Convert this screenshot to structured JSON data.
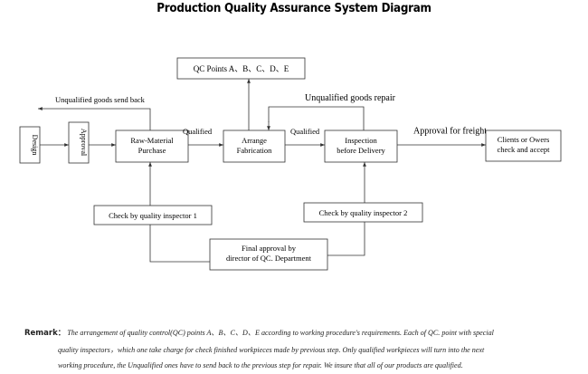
{
  "title": "Production Quality Assurance System Diagram",
  "nodes": {
    "qc_points": "QC Points A、B、C、D、E",
    "design": "Design",
    "approval": "Approval",
    "raw_material": [
      "Raw-Material",
      "Purchase"
    ],
    "arrange_fabrication": [
      "Arrange",
      "Fabrication"
    ],
    "inspection": [
      "Inspection",
      "before Delivery"
    ],
    "clients": [
      "Clients or Owers",
      "check and accept"
    ],
    "inspector_1": "Check by quality inspector 1",
    "inspector_2": "Check by quality inspector 2",
    "final_approval": [
      "Final approval by",
      "director of QC. Department"
    ]
  },
  "edges": {
    "unqualified_send_back": "Unqualified goods send back",
    "unqualified_repair": "Unqualified goods repair",
    "qualified_1": "Qualified",
    "qualified_2": "Qualified",
    "approval_freight": "Approval for freight"
  },
  "remark": {
    "label": "Remark：",
    "lines": [
      "The arrangement of quality control(QC) points A、B、C、D、E according to working procedure's requirements. Each of QC. point with special",
      "quality inspectors，which one take charge for check finished workpieces made by previous step. Only qualified workpieces will turn into the next",
      "working procedure, the Unqualified ones have to send back to the previous step for repair. We insure that all of our products are qualified."
    ]
  }
}
